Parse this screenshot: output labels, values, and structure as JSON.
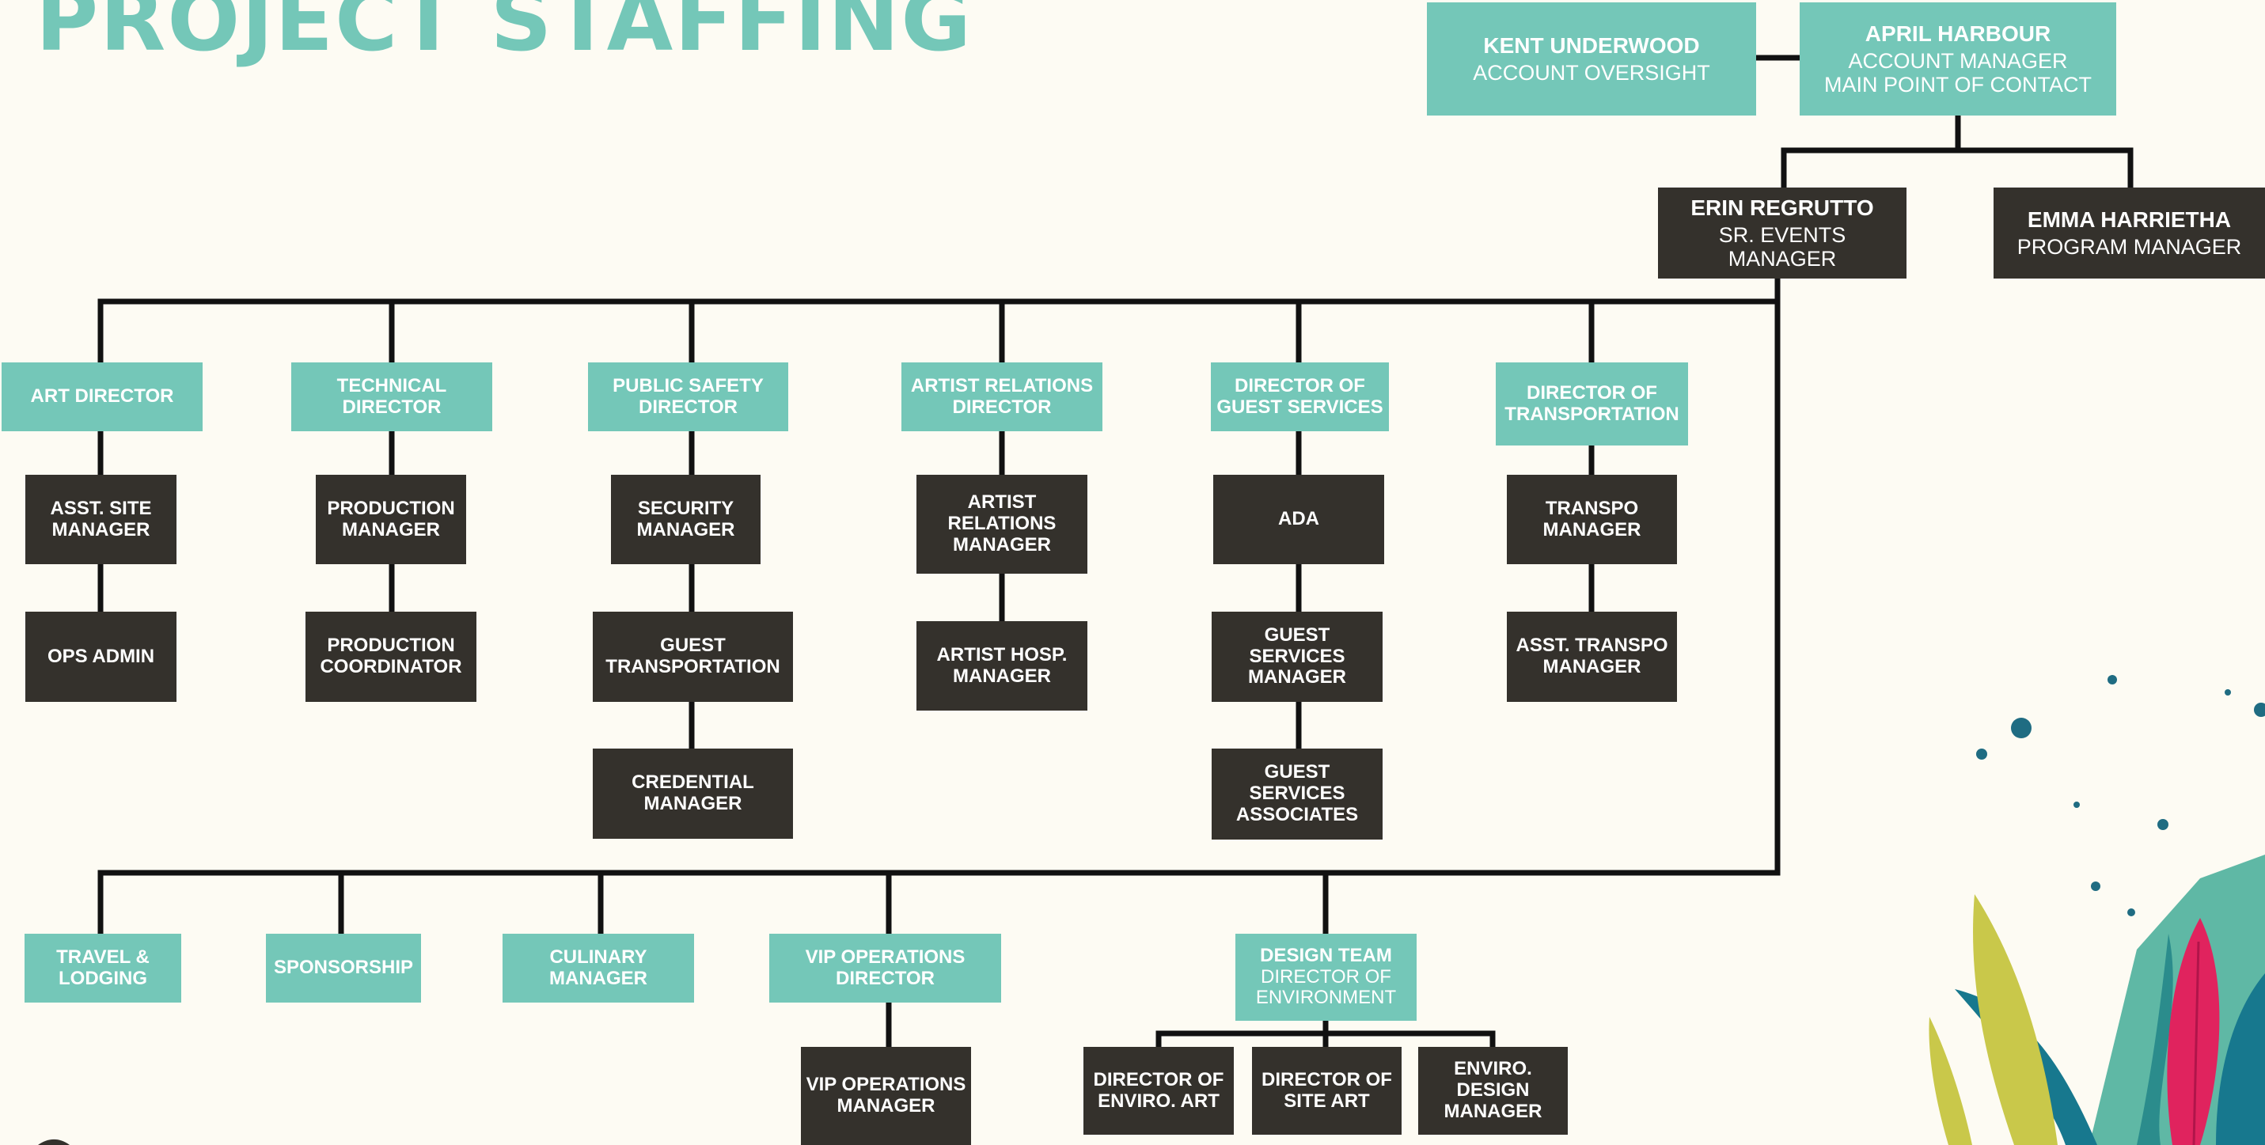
{
  "title": "PROJECT STAFFING",
  "colors": {
    "teal": "#74c7b8",
    "dark": "#34312c",
    "line": "#111111",
    "background": "#fdfbf3",
    "dots": "#1f6c82"
  },
  "nodes": {
    "kent": {
      "name": "KENT UNDERWOOD",
      "role": "ACCOUNT OVERSIGHT"
    },
    "april": {
      "name": "APRIL HARBOUR",
      "role": "ACCOUNT MANAGER",
      "role2": "MAIN POINT OF CONTACT"
    },
    "erin": {
      "name": "ERIN REGRUTTO",
      "role": "SR. EVENTS MANAGER"
    },
    "emma": {
      "name": "EMMA HARRIETHA",
      "role": "PROGRAM MANAGER"
    },
    "art_director": "ART DIRECTOR",
    "asst_site_manager": "ASST. SITE MANAGER",
    "ops_admin": "OPS ADMIN",
    "technical_director": "TECHNICAL DIRECTOR",
    "production_manager": "PRODUCTION MANAGER",
    "production_coordinator": "PRODUCTION COORDINATOR",
    "public_safety_director": "PUBLIC SAFETY DIRECTOR",
    "security_manager": "SECURITY MANAGER",
    "guest_transportation": "GUEST TRANSPORTATION",
    "credential_manager": "CREDENTIAL MANAGER",
    "artist_relations_director": "ARTIST RELATIONS DIRECTOR",
    "artist_relations_manager": "ARTIST RELATIONS MANAGER",
    "artist_hosp_manager": "ARTIST HOSP. MANAGER",
    "director_guest_services": "DIRECTOR OF GUEST SERVICES",
    "ada": "ADA",
    "guest_services_manager": "GUEST SERVICES MANAGER",
    "guest_services_associates": "GUEST SERVICES ASSOCIATES",
    "director_transportation": "DIRECTOR OF TRANSPORTATION",
    "transpo_manager": "TRANSPO MANAGER",
    "asst_transpo_manager": "ASST. TRANSPO MANAGER",
    "travel_lodging": "TRAVEL & LODGING",
    "sponsorship": "SPONSORSHIP",
    "culinary_manager": "CULINARY MANAGER",
    "vip_operations_director": "VIP OPERATIONS DIRECTOR",
    "vip_operations_manager": "VIP OPERATIONS MANAGER",
    "design_team": {
      "name": "DESIGN TEAM",
      "role": "DIRECTOR OF ENVIRONMENT"
    },
    "director_enviro_art": "DIRECTOR OF ENVIRO. ART",
    "director_site_art": "DIRECTOR OF SITE ART",
    "enviro_design_manager": "ENVIRO. DESIGN MANAGER"
  }
}
